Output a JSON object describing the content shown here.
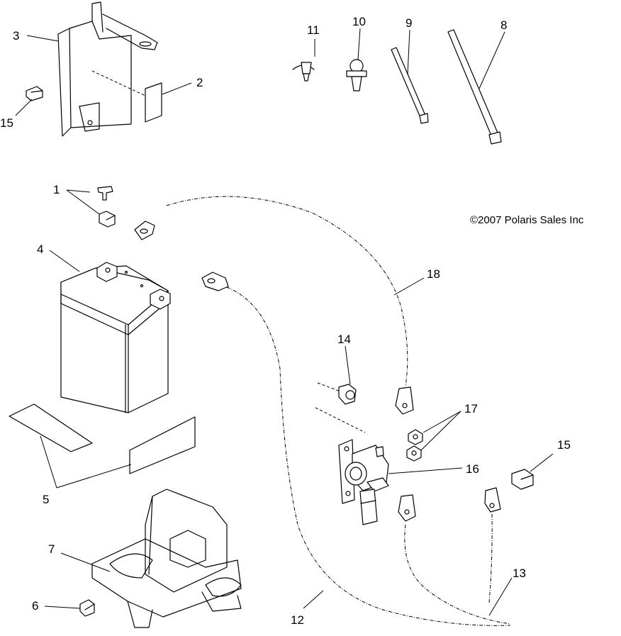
{
  "copyright": "©2007 Polaris Sales Inc",
  "callouts": {
    "c1": "1",
    "c2": "2",
    "c3": "3",
    "c4": "4",
    "c5": "5",
    "c6": "6",
    "c7": "7",
    "c8": "8",
    "c9": "9",
    "c10": "10",
    "c11": "11",
    "c12": "12",
    "c13": "13",
    "c14": "14",
    "c15a": "15",
    "c15b": "15",
    "c16": "16",
    "c17": "17",
    "c18": "18"
  }
}
